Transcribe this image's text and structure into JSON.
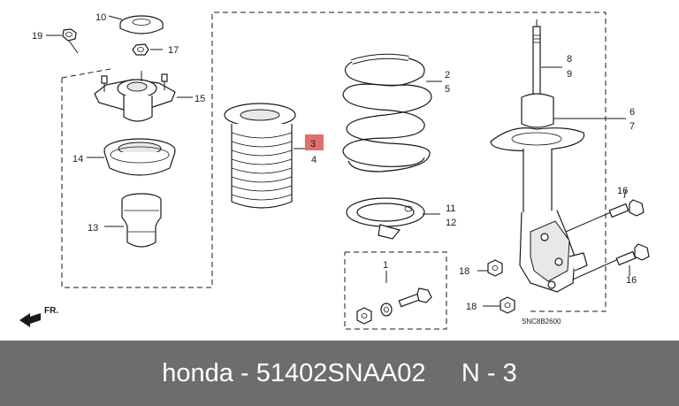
{
  "callouts": {
    "p1": "1",
    "p2": "2",
    "p3": "3",
    "p4": "4",
    "p5": "5",
    "p6": "6",
    "p7": "7",
    "p8": "8",
    "p9": "9",
    "p10": "10",
    "p11": "11",
    "p12": "12",
    "p13": "13",
    "p14": "14",
    "p15": "15",
    "p16a": "16",
    "p16b": "16",
    "p17": "17",
    "p18a": "18",
    "p18b": "18",
    "p19": "19"
  },
  "front_label": "FR.",
  "diagram_code": "SNC8B2600",
  "highlight_color": "#e07070",
  "footer": {
    "text": "honda - 51402SNAA02     N - 3"
  }
}
